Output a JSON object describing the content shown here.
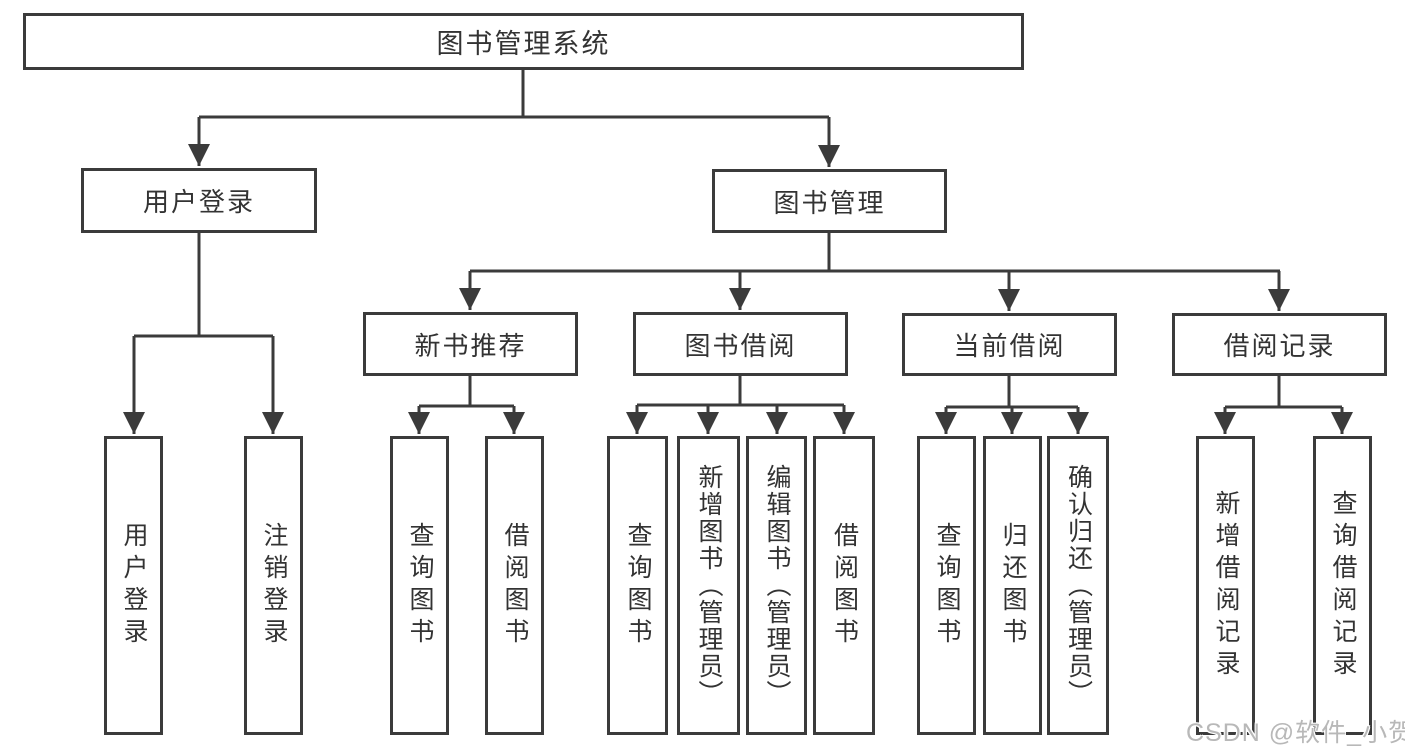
{
  "nodes": {
    "root": "图书管理系统",
    "user_login": "用户登录",
    "book_mgmt": "图书管理",
    "new_book_rec": "新书推荐",
    "book_borrow": "图书借阅",
    "current_borrow": "当前借阅",
    "borrow_records": "借阅记录"
  },
  "leaves": {
    "user_login": [
      "用户登录",
      "注销登录"
    ],
    "new_book_rec": [
      "查询图书",
      "借阅图书"
    ],
    "book_borrow": [
      "查询图书",
      "新增图书（管理员）",
      "编辑图书（管理员）",
      "借阅图书"
    ],
    "current_borrow": [
      "查询图书",
      "归还图书",
      "确认归还（管理员）"
    ],
    "borrow_records": [
      "新增借阅记录",
      "查询借阅记录"
    ]
  },
  "watermark": "CSDN @软件_小贺同学",
  "colors": {
    "line": "#3b3b3b",
    "text": "#333333",
    "watermark": "#b8b8b8",
    "background": "#ffffff"
  }
}
